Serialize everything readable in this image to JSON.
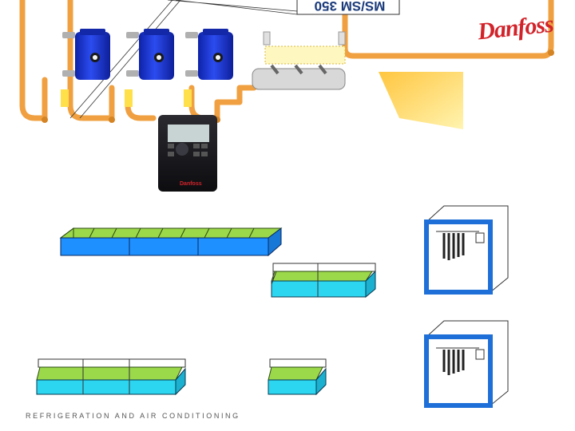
{
  "callout": {
    "text": "MS/SM 350"
  },
  "brand": {
    "logo_text": "Danfoss",
    "controller_logo": "Danfoss"
  },
  "controller": {
    "display_text": ""
  },
  "footer": {
    "text": "REFRIGERATION AND AIR CONDITIONING"
  },
  "colors": {
    "pipe": "#f0a040",
    "compressor": "#1a3ad8",
    "cabinet_top": "#9bd84a",
    "cabinet_body": "#1e90ff",
    "cabinet_body_light": "#2cd6f0",
    "panel_frame": "#1e6fd8",
    "yellow_box": "#ffd84a",
    "logo": "#d2232a"
  },
  "components": {
    "compressors": [
      {
        "id": "compressor-1"
      },
      {
        "id": "compressor-2"
      },
      {
        "id": "compressor-3"
      }
    ],
    "cabinets": [
      {
        "id": "long-cabinet-top",
        "sections": 3
      },
      {
        "id": "mid-cabinet-right",
        "sections": 2
      },
      {
        "id": "bottom-cabinet-left",
        "sections": 3
      },
      {
        "id": "bottom-cabinet-right",
        "sections": 1
      }
    ],
    "electrical_panels": [
      {
        "id": "panel-upper"
      },
      {
        "id": "panel-lower"
      }
    ]
  }
}
